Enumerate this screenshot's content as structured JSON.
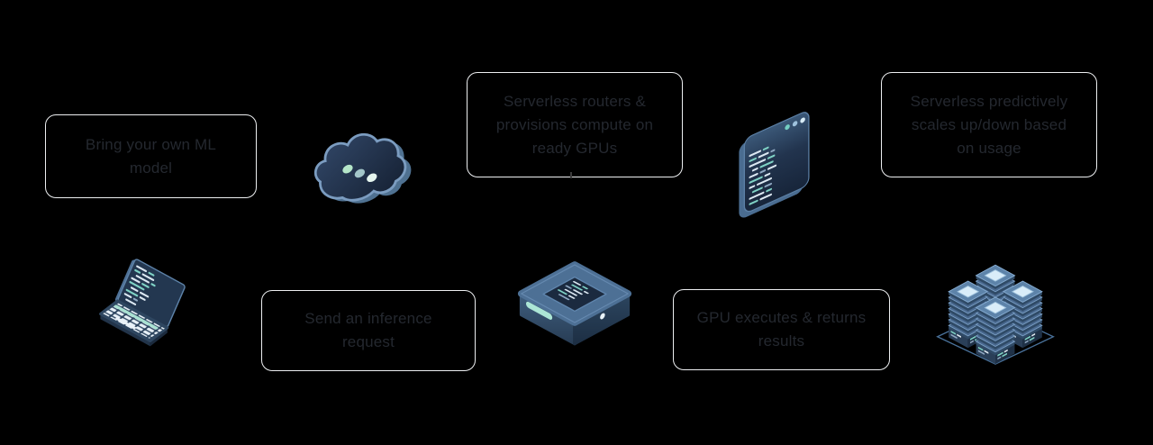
{
  "page": {
    "background_color": "#000000"
  },
  "steps": [
    {
      "name": "bring-model",
      "label": "Bring your own ML model"
    },
    {
      "name": "serverless-routers",
      "label": "Serverless routers & provisions compute on ready GPUs"
    },
    {
      "name": "predictive-scaling",
      "label": "Serverless predictively scales up/down based on usage"
    },
    {
      "name": "send-request",
      "label": "Send an inference request"
    },
    {
      "name": "gpu-execute",
      "label": "GPU executes & returns results"
    }
  ],
  "icons": [
    {
      "name": "cloud-icon"
    },
    {
      "name": "terminal-window-icon"
    },
    {
      "name": "laptop-icon"
    },
    {
      "name": "gpu-chip-icon"
    },
    {
      "name": "server-racks-icon"
    }
  ],
  "style": {
    "box_border_color": "#edeff1",
    "box_text_color": "#24282f",
    "icon_navy": "#1e2d42",
    "icon_slate_blue": "#4d7095",
    "icon_outline_blue": "#7b9cc0",
    "accent_mint": "#abe4d2",
    "accent_teal_code": "#7fd2c5",
    "accent_light_blue": "#d9ecf8"
  }
}
